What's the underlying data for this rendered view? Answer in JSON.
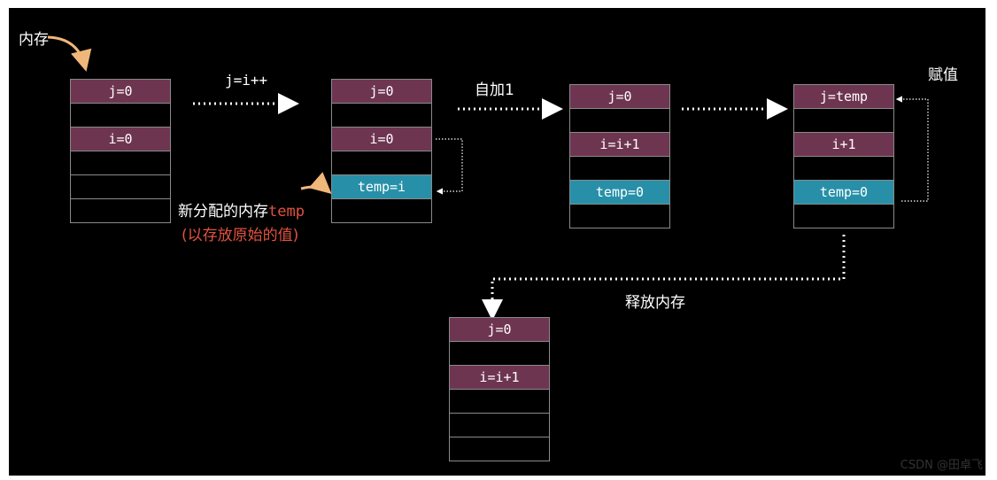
{
  "labels": {
    "memory": "内存",
    "op_assign": "j=i++",
    "op_increment": "自加1",
    "assign_value": "赋值",
    "new_memory_prefix": "新分配的内存",
    "new_memory_temp": "temp",
    "new_memory_note": "(以存放原始的值)",
    "release_memory": "释放内存"
  },
  "stacks": [
    {
      "name": "stack-1",
      "cells": [
        {
          "text": "j=0",
          "kind": "var"
        },
        {
          "text": "",
          "kind": "empty"
        },
        {
          "text": "i=0",
          "kind": "var"
        },
        {
          "text": "",
          "kind": "empty"
        },
        {
          "text": "",
          "kind": "empty"
        },
        {
          "text": "",
          "kind": "empty"
        }
      ]
    },
    {
      "name": "stack-2",
      "cells": [
        {
          "text": "j=0",
          "kind": "var"
        },
        {
          "text": "",
          "kind": "empty"
        },
        {
          "text": "i=0",
          "kind": "var"
        },
        {
          "text": "",
          "kind": "empty"
        },
        {
          "text": "temp=i",
          "kind": "tmp"
        },
        {
          "text": "",
          "kind": "empty"
        }
      ]
    },
    {
      "name": "stack-3",
      "cells": [
        {
          "text": "j=0",
          "kind": "var"
        },
        {
          "text": "",
          "kind": "empty"
        },
        {
          "text": "i=i+1",
          "kind": "var"
        },
        {
          "text": "",
          "kind": "empty"
        },
        {
          "text": "temp=0",
          "kind": "tmp"
        },
        {
          "text": "",
          "kind": "empty"
        }
      ]
    },
    {
      "name": "stack-4",
      "cells": [
        {
          "text": "j=temp",
          "kind": "var"
        },
        {
          "text": "",
          "kind": "empty"
        },
        {
          "text": "i+1",
          "kind": "var"
        },
        {
          "text": "",
          "kind": "empty"
        },
        {
          "text": "temp=0",
          "kind": "tmp"
        },
        {
          "text": "",
          "kind": "empty"
        }
      ]
    },
    {
      "name": "stack-5",
      "cells": [
        {
          "text": "j=0",
          "kind": "var"
        },
        {
          "text": "",
          "kind": "empty"
        },
        {
          "text": "i=i+1",
          "kind": "var"
        },
        {
          "text": "",
          "kind": "empty"
        },
        {
          "text": "",
          "kind": "empty"
        },
        {
          "text": "",
          "kind": "empty"
        }
      ]
    }
  ],
  "colors": {
    "var_cell": "#6e3550",
    "temp_cell": "#2790a8",
    "accent_arrow": "#f0b77a",
    "highlight_text": "#e0523f"
  },
  "watermark": "CSDN @田卓飞"
}
